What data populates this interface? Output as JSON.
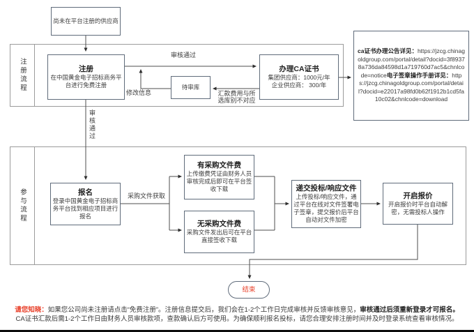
{
  "colors": {
    "accent_red": "#e8402a",
    "node_border": "#5f6b7a",
    "lane_border": "#9b9b9b",
    "connector": "#4c4c4c"
  },
  "flow": {
    "start": "尚未在平台注册的供应商",
    "lanes": {
      "register": "注册流程",
      "participate": "参与流程"
    },
    "nodes": {
      "register": {
        "title": "注册",
        "desc": "在中国黄金电子招标商务平台进行免费注册"
      },
      "pending_review": {
        "title": "待审库"
      },
      "ca_cert": {
        "title": "办理CA证书",
        "desc1": "集团供应商：1000元/年",
        "desc2": "企业供应商：  300/年"
      },
      "ca_notice": {
        "label1": "ca证书办理公告详见：",
        "url1": "https://jzcg.chinagoldgroup.com/portal/detail?docid=3f89378a736da84598d1a719760d7ac5&chnlcode=notice",
        "label2": "电子签章操作手册详见：",
        "url2": "https://jzcg.chinagoldgroup.com/portal/detail?docid=e22017a98fd0b62f1912b1cd5fa10c02&chnlcode=download"
      },
      "signup": {
        "title": "报名",
        "desc": "登录中国黄金电子招标商务平台找到相应项目进行报名"
      },
      "with_fee": {
        "title": "有采购文件费",
        "desc": "上传缴费凭证由财务人员审核完成后即可在平台签收下载"
      },
      "without_fee": {
        "title": "无采购文件费",
        "desc": "采购文件发出后可在平台直接签收下载"
      },
      "submit_docs": {
        "title": "递交投标/响应文件",
        "desc": "上传投标/响应文件，通过平台在线对文件签署电子签章，提交报价后平台自动对文件加密"
      },
      "open_quote": {
        "title": "开启报价",
        "desc": "开启报价时平台自动解密，无需投标人操作"
      },
      "end": {
        "title": "结束"
      }
    },
    "edge_labels": {
      "approved_top": "审核通过",
      "approved_vertical": "审核通过",
      "modify_info": "修改信息",
      "fee_mismatch": "汇款费用与所选库别不对应",
      "obtain_docs": "采购文件获取"
    }
  },
  "note": {
    "prefix": "请您知晓：",
    "text1": "如果您公司尚未注册请点击“免费注册”。注册信息提交后，我们会在1-2个工作日完成审核并反馈审核意见，",
    "highlight": "审核通过后须重新登录才可报名。",
    "text2": "CA证书汇款后需1-2个工作日由财务人员审核款项，查款确认后方可使用。为确保顺利报名投标，请您合理安排注册时间并及时登录系统查看审核情况。"
  }
}
